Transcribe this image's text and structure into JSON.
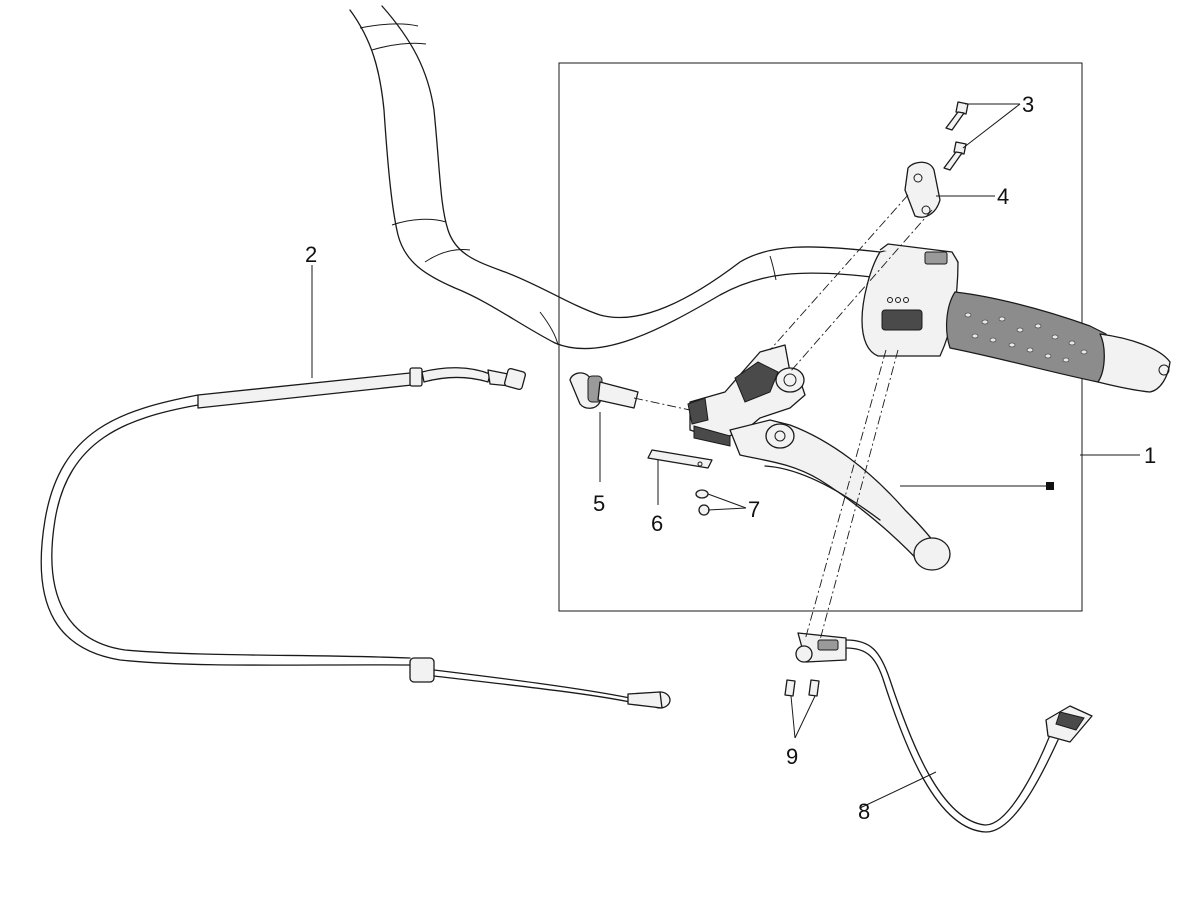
{
  "callouts": [
    {
      "id": "1",
      "text": "1"
    },
    {
      "id": "2",
      "text": "2"
    },
    {
      "id": "3",
      "text": "3"
    },
    {
      "id": "4",
      "text": "4"
    },
    {
      "id": "5",
      "text": "5"
    },
    {
      "id": "6",
      "text": "6"
    },
    {
      "id": "7",
      "text": "7"
    },
    {
      "id": "8",
      "text": "8"
    },
    {
      "id": "9",
      "text": "9"
    }
  ],
  "colors": {
    "line": "#1a1a1a",
    "grip": "#8c8c8c",
    "background": "#ffffff"
  }
}
